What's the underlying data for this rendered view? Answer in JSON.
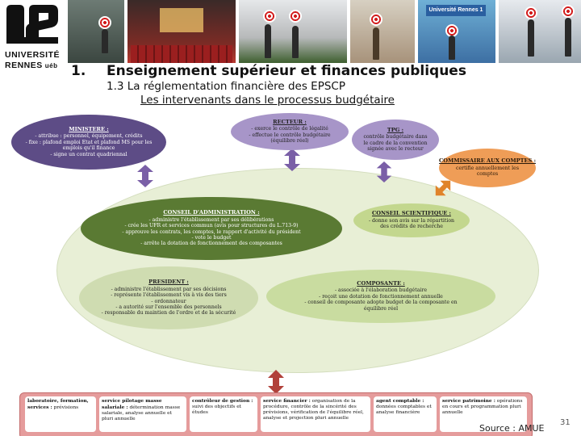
{
  "logo": {
    "line1": "UNIVERSITÉ",
    "line2": "RENNES",
    "ueb": "uéb"
  },
  "header": {
    "number": "1.",
    "title": "Enseignement supérieur et finances publiques",
    "subtitle": "1.3 La réglementation financière des EPSCP",
    "subtitle2": "Les intervenants dans le processus budgétaire"
  },
  "photos": {
    "sign_text": "Université Rennes 1"
  },
  "nodes": {
    "ministere": {
      "heading": "MINISTERE :",
      "lines": [
        "- attribue : personnel, équipement, crédits",
        "- fixe : plafond emploi Etat et plafond MS pour les",
        "emplois qu'il finance",
        "- signe un contrat quadriennal"
      ]
    },
    "recteur": {
      "heading": "RECTEUR :",
      "lines": [
        "- exerce le contrôle de légalité",
        "- effectue le contrôle budgétaire",
        "(équilibre réel)"
      ]
    },
    "tpg": {
      "heading": "TPG :",
      "lines": [
        "contrôle budgétaire dans",
        "le cadre de la convention",
        "signée avec le recteur"
      ]
    },
    "commissaire": {
      "heading": "COMMISSAIRE AUX COMPTES :",
      "lines": [
        "certifie annuellement les",
        "comptes"
      ]
    },
    "conseil": {
      "heading": "CONSEIL D'ADMINISTRATION :",
      "lines": [
        "- administre l'établissement par ses délibérations",
        "- crée les UFR et services commun (avis pour structures du L.713-9)",
        "- approuve les contrats, les comptes, le rapport d'activité du président",
        "- vote le budget",
        "- arrête la dotation de fonctionnement des composantes"
      ]
    },
    "scientifique": {
      "heading": "CONSEIL SCIENTIFIQUE :",
      "lines": [
        "- donne son avis sur la répartition",
        "des crédits de recherche"
      ]
    },
    "president": {
      "heading": "PRESIDENT :",
      "lines": [
        "- administre l'établissement par ses décisions",
        "- représente l'établissement vis à vis des tiers",
        "- ordonnateur",
        "- a autorité sur l'ensemble des personnels",
        "- responsable du maintien de l'ordre et de la sécurité"
      ]
    },
    "composante": {
      "heading": "COMPOSANTE :",
      "lines": [
        "- associée à l'élaboration budgétaire",
        "- reçoit une dotation de fonctionnement annuelle",
        "- conseil de composante adopte budget de la composante en",
        "équilibre réel"
      ]
    }
  },
  "bottom_cells": [
    {
      "heading": "laboratoire, formation, services :",
      "text": "prévisions"
    },
    {
      "heading": "service pilotage masse salariale :",
      "text": "détermination masse salariale, analyse annuelle et pluri annuelle"
    },
    {
      "heading": "contrôleur de gestion :",
      "text": "suivi des objectifs et études"
    },
    {
      "heading": "service financier :",
      "text": "organisation de la procédure, contrôle de la sincérité des prévisions, vérification de l'équilibre réel, analyse et projection pluri annuelle"
    },
    {
      "heading": "agent comptable :",
      "text": "données comptables et analyse financière"
    },
    {
      "heading": "service patrimoine :",
      "text": "opérations en cours et programmation pluri annuelle"
    }
  ],
  "footer": {
    "source": "Source : AMUE",
    "page": "31"
  },
  "colors": {
    "ministere": "#5d4c86",
    "recteur": "#a795c8",
    "commissaire": "#ef9d57",
    "conseil": "#5a7a33",
    "bottom": "#e59c9c",
    "arrow_purple": "#7a5fa7",
    "arrow_orange": "#e0832a",
    "arrow_red": "#b1413a"
  }
}
